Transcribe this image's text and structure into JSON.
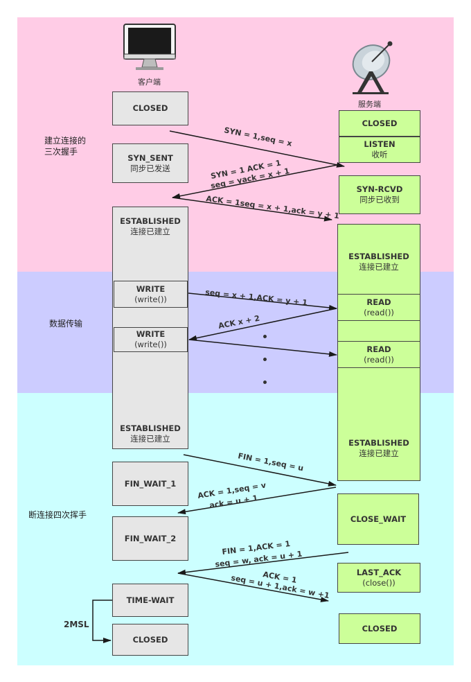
{
  "client": {
    "label": "客户端"
  },
  "server": {
    "label": "服务端"
  },
  "phases": {
    "handshake": [
      "建立连接的",
      "三次握手"
    ],
    "transfer": "数据传输",
    "teardown": "断连接四次挥手"
  },
  "client_states": {
    "closed_top": "CLOSED",
    "syn_sent": "SYN_SENT",
    "syn_sent_cn": "同步已发送",
    "established": "ESTABLISHED",
    "established_cn": "连接已建立",
    "write": "WRITE",
    "write_fn": "(write())",
    "established2": "ESTABLISHED",
    "established2_cn": "连接已建立",
    "fin_wait_1": "FIN_WAIT_1",
    "fin_wait_2": "FIN_WAIT_2",
    "time_wait": "TIME-WAIT",
    "closed_bottom": "CLOSED"
  },
  "server_states": {
    "closed_top": "CLOSED",
    "listen": "LISTEN",
    "listen_cn": "收听",
    "syn_rcvd": "SYN-RCVD",
    "syn_rcvd_cn": "同步已收到",
    "established": "ESTABLISHED",
    "established_cn": "连接已建立",
    "read": "READ",
    "read_fn": "(read())",
    "established2": "ESTABLISHED",
    "established2_cn": "连接已建立",
    "close_wait": "CLOSE_WAIT",
    "last_ack": "LAST_ACK",
    "last_ack_fn": "(close())",
    "closed_bottom": "CLOSED"
  },
  "messages": {
    "syn": "SYN = 1,seq = x",
    "synack_1": "SYN = 1 ACK = 1",
    "synack_2": "seq = yack = x + 1",
    "ack": "ACK = 1seq = x + 1,ack = y + 1",
    "data_1": "seq = x + 1,ACK = y + 1",
    "data_ack": "ACK x + 2",
    "fin1": "FIN = 1,seq = u",
    "fin1ack_1": "ACK = 1,seq = v",
    "fin1ack_2": "ack = u + 1",
    "fin2_1": "FIN = 1,ACK = 1",
    "fin2_2": "seq = w, ack = u + 1",
    "lastack_1": "ACK = 1",
    "lastack_2": "seq = u + 1,ack = w +1"
  },
  "msl": "2MSL",
  "icons": {
    "client": "computer-monitor-icon",
    "server": "satellite-dish-icon"
  }
}
